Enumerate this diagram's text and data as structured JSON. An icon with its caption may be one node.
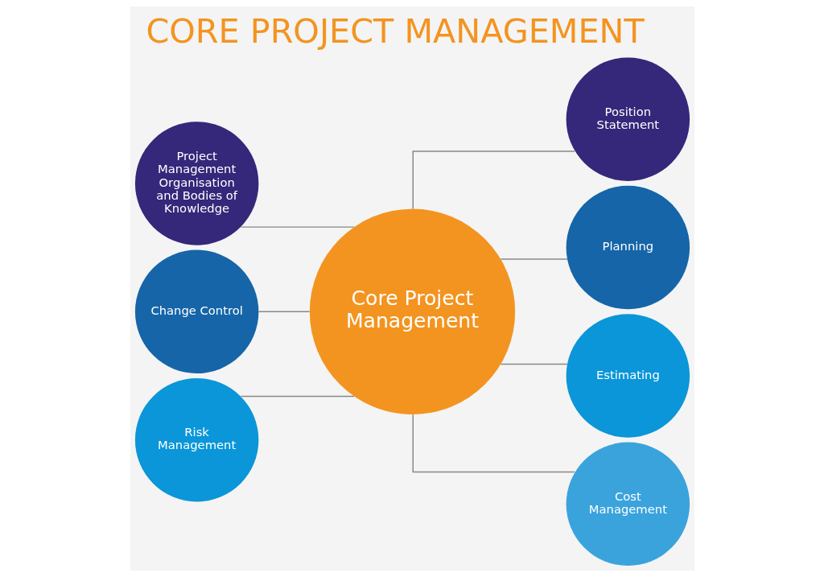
{
  "diagram": {
    "title": "CORE PROJECT MANAGEMENT",
    "nodes": [
      {
        "text": [
          "Project Management Organisation and Bodies of Knowledge"
        ]
      },
      {
        "text": [
          "Change Control"
        ]
      },
      {
        "text": [
          "Risk Management"
        ]
      },
      {
        "text": [
          "Core Project Management"
        ]
      },
      {
        "text": [
          "Position Statement"
        ]
      },
      {
        "text": [
          "Planning"
        ]
      },
      {
        "text": [
          "Estimating"
        ]
      },
      {
        "text": [
          "Cost Management"
        ]
      }
    ],
    "edges": [
      {
        "from": 0,
        "to": 3,
        "arrow": "none"
      },
      {
        "from": 1,
        "to": 3,
        "arrow": "none"
      },
      {
        "from": 2,
        "to": 3,
        "arrow": "none"
      },
      {
        "from": 3,
        "to": 4,
        "arrow": "none"
      },
      {
        "from": 3,
        "to": 5,
        "arrow": "none"
      },
      {
        "from": 3,
        "to": 6,
        "arrow": "none"
      },
      {
        "from": 3,
        "to": 7,
        "arrow": "none"
      }
    ]
  }
}
